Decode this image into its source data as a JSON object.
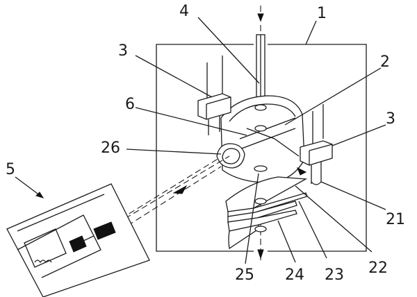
{
  "labels": {
    "l1": "1",
    "l2": "2",
    "l3a": "3",
    "l3b": "3",
    "l4": "4",
    "l5": "5",
    "l6": "6",
    "l21": "21",
    "l22": "22",
    "l23": "23",
    "l24": "24",
    "l25": "25",
    "l26": "26"
  }
}
